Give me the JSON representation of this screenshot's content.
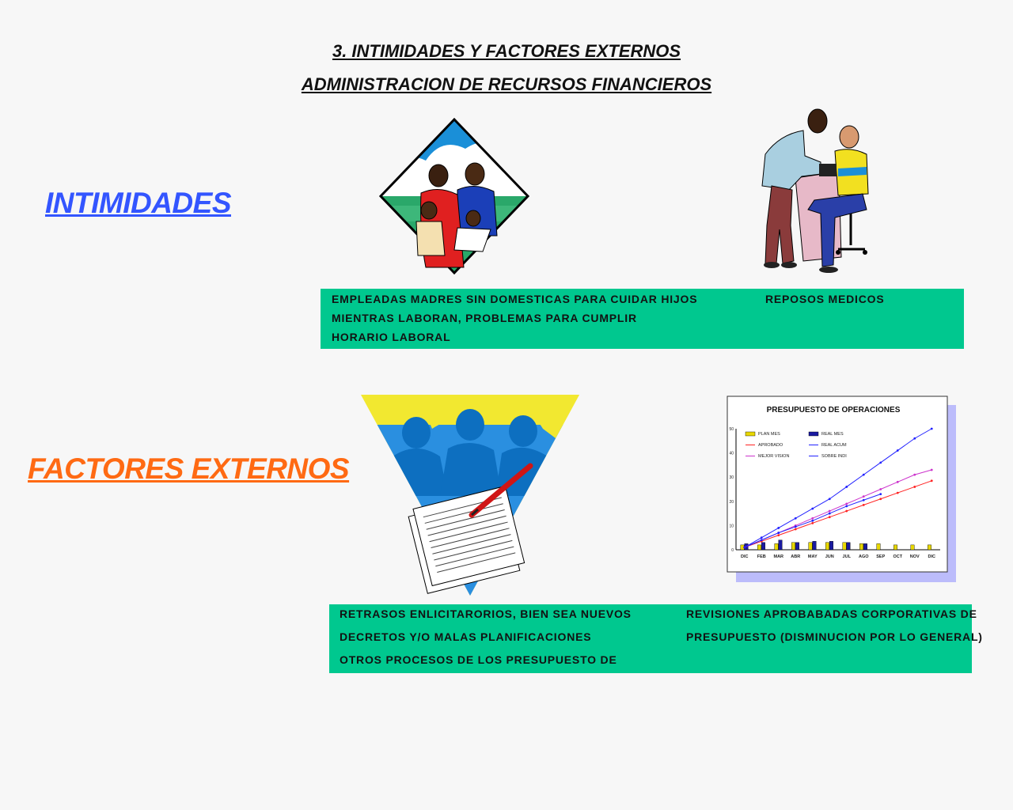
{
  "header": {
    "title_line1": "3. INTIMIDADES Y FACTORES EXTERNOS",
    "title_line2": "ADMINISTRACION DE RECURSOS FINANCIEROS"
  },
  "colors": {
    "intimidades_label": "#3355ff",
    "factores_label": "#ff6a13",
    "box_background": "#00c88f"
  },
  "intimidades": {
    "label": "INTIMIDADES",
    "icons": [
      "family-icon",
      "medical-checkup-icon"
    ],
    "box": {
      "left_lines": [
        "EMPLEADAS MADRES SIN DOMESTICAS PARA CUIDAR HIJOS",
        "MIENTRAS LABORAN, PROBLEMAS PARA CUMPLIR",
        "HORARIO LABORAL"
      ],
      "right_lines": [
        "REPOSOS MEDICOS"
      ]
    }
  },
  "factores": {
    "label": "FACTORES EXTERNOS",
    "icons": [
      "meeting-document-icon",
      "budget-chart-icon"
    ],
    "box": {
      "left_lines": [
        "RETRASOS ENLICITARORIOS, BIEN SEA NUEVOS",
        "DECRETOS Y/O MALAS PLANIFICACIONES",
        "OTROS PROCESOS DE LOS PRESUPUESTO DE"
      ],
      "right_lines": [
        "REVISIONES APROBABADAS CORPORATIVAS DE",
        "PRESUPUESTO (DISMINUCION POR LO GENERAL)"
      ]
    }
  },
  "chart_data": {
    "type": "line",
    "title": "PRESUPUESTO DE OPERACIONES",
    "categories": [
      "DIC",
      "FEB",
      "MAR",
      "ABR",
      "MAY",
      "JUN",
      "JUL",
      "AGO",
      "SEP",
      "OCT",
      "NOV",
      "DIC"
    ],
    "ylim": [
      0,
      50
    ],
    "yticks": [
      0,
      10,
      20,
      30,
      40,
      50
    ],
    "legend": [
      "PLAN MES",
      "REAL MES",
      "APROBADO",
      "REAL ACUM",
      "MEJOR VISION",
      "SOBRE INDI"
    ],
    "bars": [
      {
        "name": "PLAN MES",
        "color": "#e8d800",
        "values": [
          2,
          2,
          2.5,
          3,
          3,
          3,
          3,
          2.5,
          2.5,
          2,
          2,
          2
        ]
      },
      {
        "name": "REAL MES",
        "color": "#1a1aa0",
        "values": [
          2.5,
          3,
          4,
          3,
          3.5,
          3.5,
          3,
          2.5,
          0,
          0,
          0,
          0
        ]
      }
    ],
    "series": [
      {
        "name": "SOBRE INDI",
        "color": "#2222ff",
        "values": [
          1,
          5,
          9,
          13,
          17,
          21,
          26,
          31,
          36,
          41,
          46,
          50
        ]
      },
      {
        "name": "MEJOR VISION",
        "color": "#cc33cc",
        "values": [
          1,
          4,
          7,
          10,
          13,
          16,
          19,
          22,
          25,
          28,
          31,
          33
        ]
      },
      {
        "name": "APROBADO",
        "color": "#ff2222",
        "values": [
          1,
          3.5,
          6,
          8.5,
          11,
          13.5,
          16,
          18.5,
          21,
          23.5,
          26,
          28.5
        ]
      },
      {
        "name": "REAL ACUM",
        "color": "#2222ff",
        "values": [
          1,
          4,
          7,
          9.5,
          12,
          15,
          18,
          20.5,
          23
        ]
      }
    ]
  }
}
